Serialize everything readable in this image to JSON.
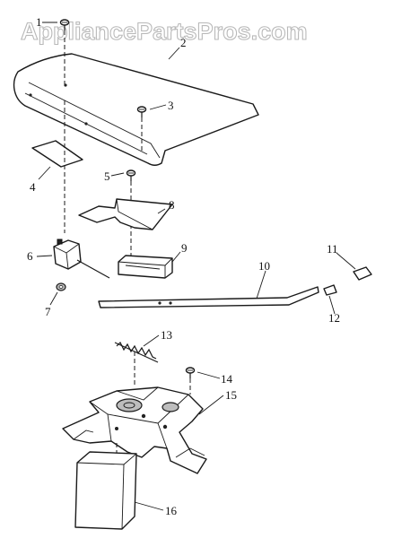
{
  "watermark": "AppliancePartsPros.com",
  "callouts": [
    "1",
    "2",
    "3",
    "4",
    "5",
    "6",
    "7",
    "8",
    "9",
    "10",
    "11",
    "12",
    "13",
    "14",
    "15",
    "16"
  ]
}
